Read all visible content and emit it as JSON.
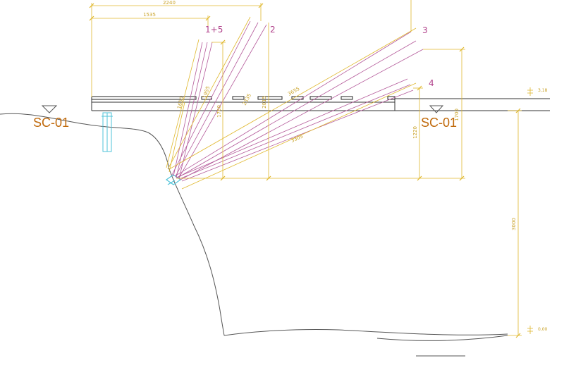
{
  "colors": {
    "dimension": "#e0b82e",
    "member": "#b45a9a",
    "section": "#c06a0c",
    "terrain": "#555555",
    "hinge": "#4fc3d9",
    "deck": "#333333"
  },
  "dimensions": {
    "d2240": "2240",
    "d1535": "1535",
    "d3655": "3655",
    "d3305": "3305",
    "d1700": "1700",
    "d1220": "1220",
    "d3000": "3000",
    "diag_a": "1955",
    "diag_b": "2335",
    "diag_c": "1650",
    "vert_a": "1760",
    "vert_b": "2015"
  },
  "positions": {
    "p15": "1+5",
    "p2": "2",
    "p3": "3",
    "p4": "4"
  },
  "sections": {
    "left": "SC-01",
    "right": "SC-01"
  },
  "levels": {
    "top": "3,18",
    "bottom": "0,00"
  }
}
